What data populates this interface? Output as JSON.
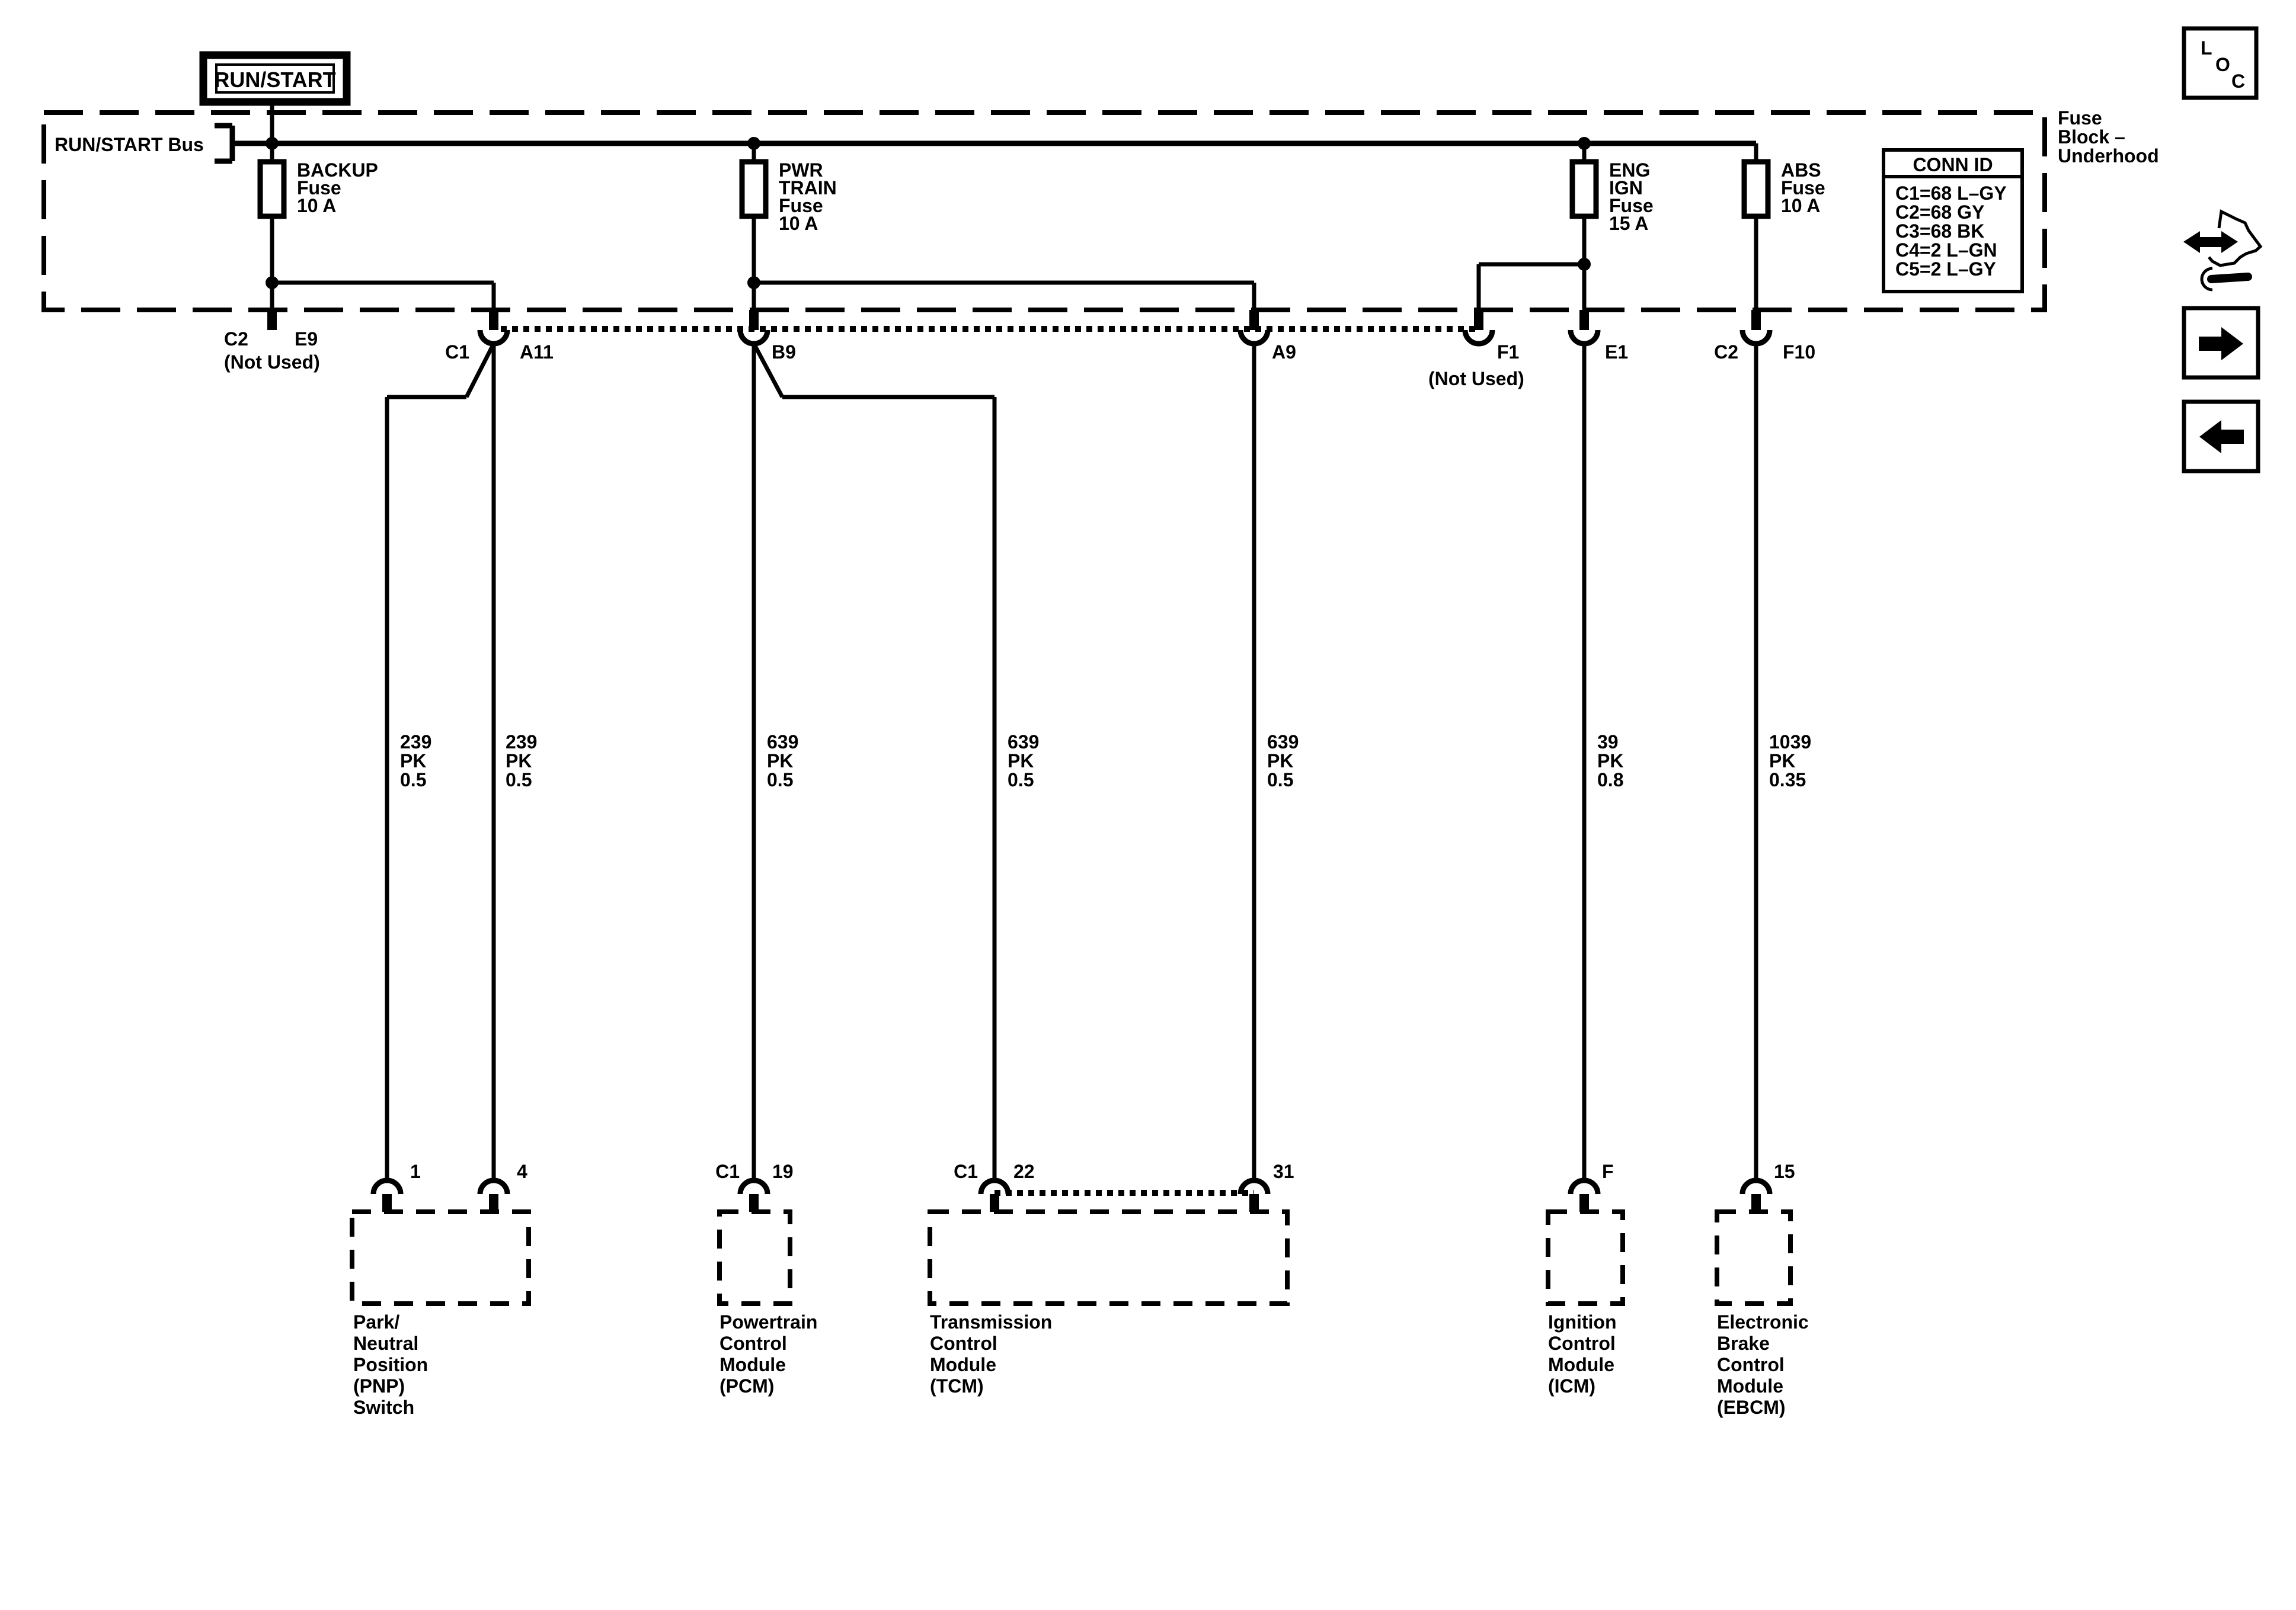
{
  "colors": {
    "ink": "#000000",
    "paper": "#ffffff"
  },
  "header": {
    "power_label": "RUN/START",
    "bus_label": "RUN/START Bus"
  },
  "fuse_block": {
    "name": [
      "Fuse",
      "Block –",
      "Underhood"
    ],
    "conn_id": {
      "header": "CONN ID",
      "entries": [
        "C1=68 L–GY",
        "C2=68 GY",
        "C3=68 BK",
        "C4=2 L–GN",
        "C5=2 L–GY"
      ]
    },
    "fuses": [
      {
        "id": "backup-fuse",
        "lines": [
          "BACKUP",
          "Fuse",
          "10 A"
        ]
      },
      {
        "id": "pwr-train-fuse",
        "lines": [
          "PWR",
          "TRAIN",
          "Fuse",
          "10 A"
        ]
      },
      {
        "id": "eng-ign-fuse",
        "lines": [
          "ENG",
          "IGN",
          "Fuse",
          "15 A"
        ]
      },
      {
        "id": "abs-fuse",
        "lines": [
          "ABS",
          "Fuse",
          "10 A"
        ]
      }
    ]
  },
  "top_connectors": {
    "e9": {
      "conn": "C2",
      "pin": "E9",
      "note": "(Not Used)"
    },
    "a11": {
      "conn": "C1",
      "pin": "A11"
    },
    "b9": {
      "pin": "B9"
    },
    "a9": {
      "pin": "A9"
    },
    "f1": {
      "pin": "F1",
      "note": "(Not Used)"
    },
    "e1": {
      "pin": "E1"
    },
    "f10": {
      "conn": "C2",
      "pin": "F10"
    }
  },
  "wire_labels": [
    {
      "lines": [
        "239",
        "PK",
        "0.5"
      ]
    },
    {
      "lines": [
        "239",
        "PK",
        "0.5"
      ]
    },
    {
      "lines": [
        "639",
        "PK",
        "0.5"
      ]
    },
    {
      "lines": [
        "639",
        "PK",
        "0.5"
      ]
    },
    {
      "lines": [
        "639",
        "PK",
        "0.5"
      ]
    },
    {
      "lines": [
        "39",
        "PK",
        "0.8"
      ]
    },
    {
      "lines": [
        "1039",
        "PK",
        "0.35"
      ]
    }
  ],
  "modules": {
    "pnp": {
      "pin1": "1",
      "pin4": "4",
      "name": [
        "Park/",
        "Neutral",
        "Position",
        "(PNP)",
        "Switch"
      ]
    },
    "pcm": {
      "conn": "C1",
      "pin19": "19",
      "name": [
        "Powertrain",
        "Control",
        "Module",
        "(PCM)"
      ]
    },
    "tcm": {
      "conn": "C1",
      "pin22": "22",
      "pin31": "31",
      "name": [
        "Transmission",
        "Control",
        "Module",
        "(TCM)"
      ]
    },
    "icm": {
      "pinf": "F",
      "name": [
        "Ignition",
        "Control",
        "Module",
        "(ICM)"
      ]
    },
    "ebcm": {
      "pin15": "15",
      "name": [
        "Electronic",
        "Brake",
        "Control",
        "Module",
        "(EBCM)"
      ]
    }
  },
  "nav": {
    "loc": [
      "L",
      "O",
      "C"
    ]
  }
}
